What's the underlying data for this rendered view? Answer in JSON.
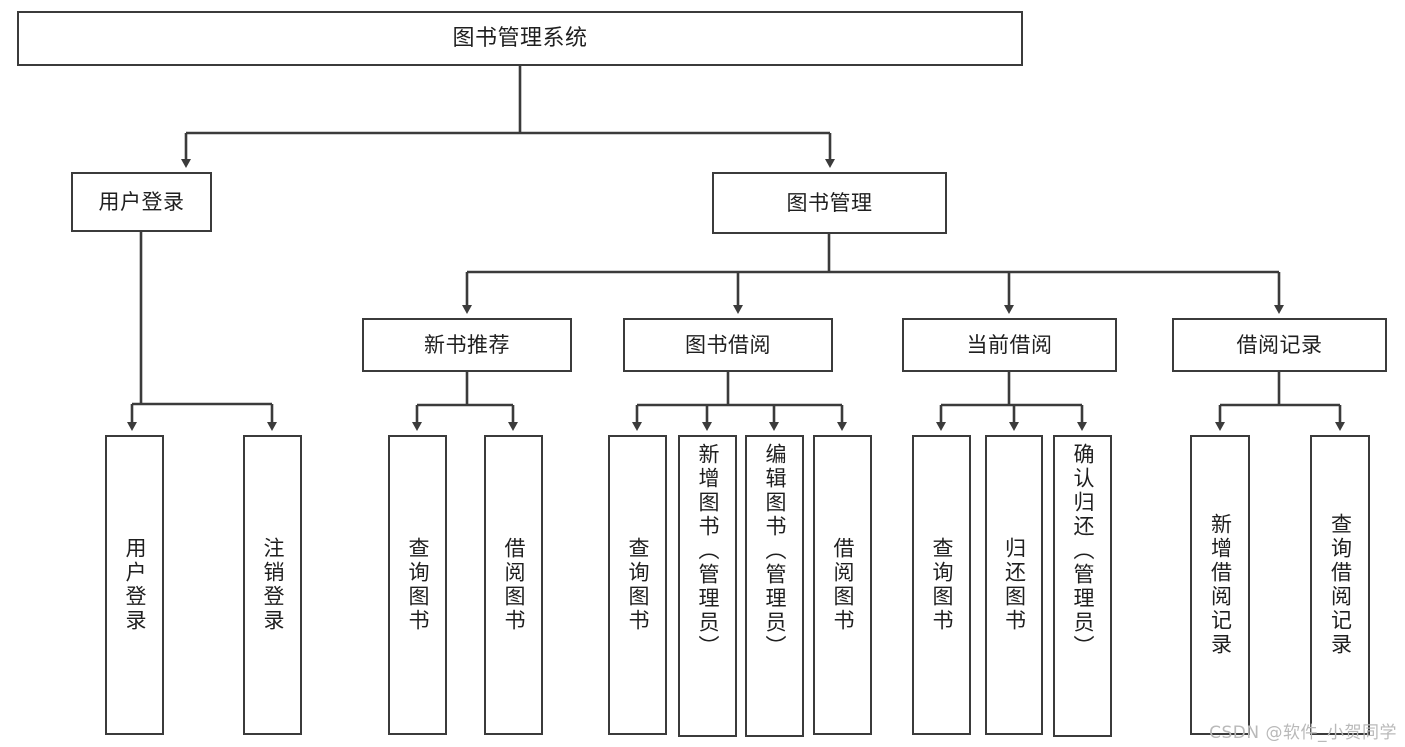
{
  "diagram": {
    "title": "图书管理系统",
    "type": "tree-hierarchy",
    "root": {
      "label": "图书管理系统"
    },
    "level2": [
      {
        "label": "用户登录"
      },
      {
        "label": "图书管理"
      }
    ],
    "level3": [
      {
        "label": "新书推荐"
      },
      {
        "label": "图书借阅"
      },
      {
        "label": "当前借阅"
      },
      {
        "label": "借阅记录"
      }
    ],
    "leaves": {
      "user_login": [
        {
          "label": "用户登录"
        },
        {
          "label": "注销登录"
        }
      ],
      "new_book_recommend": [
        {
          "label": "查询图书"
        },
        {
          "label": "借阅图书"
        }
      ],
      "book_borrow": [
        {
          "label": "查询图书"
        },
        {
          "label": "新增图书（管理员）"
        },
        {
          "label": "编辑图书（管理员）"
        },
        {
          "label": "借阅图书"
        }
      ],
      "current_borrow": [
        {
          "label": "查询图书"
        },
        {
          "label": "归还图书"
        },
        {
          "label": "确认归还（管理员）"
        }
      ],
      "borrow_record": [
        {
          "label": "新增借阅记录"
        },
        {
          "label": "查询借阅记录"
        }
      ]
    }
  },
  "watermark": {
    "text": "CSDN @软件_小贺同学"
  },
  "colors": {
    "stroke": "#3b3b3b",
    "fill": "#ffffff",
    "text": "#1f1f1f",
    "watermark": "#b9b9b9"
  }
}
